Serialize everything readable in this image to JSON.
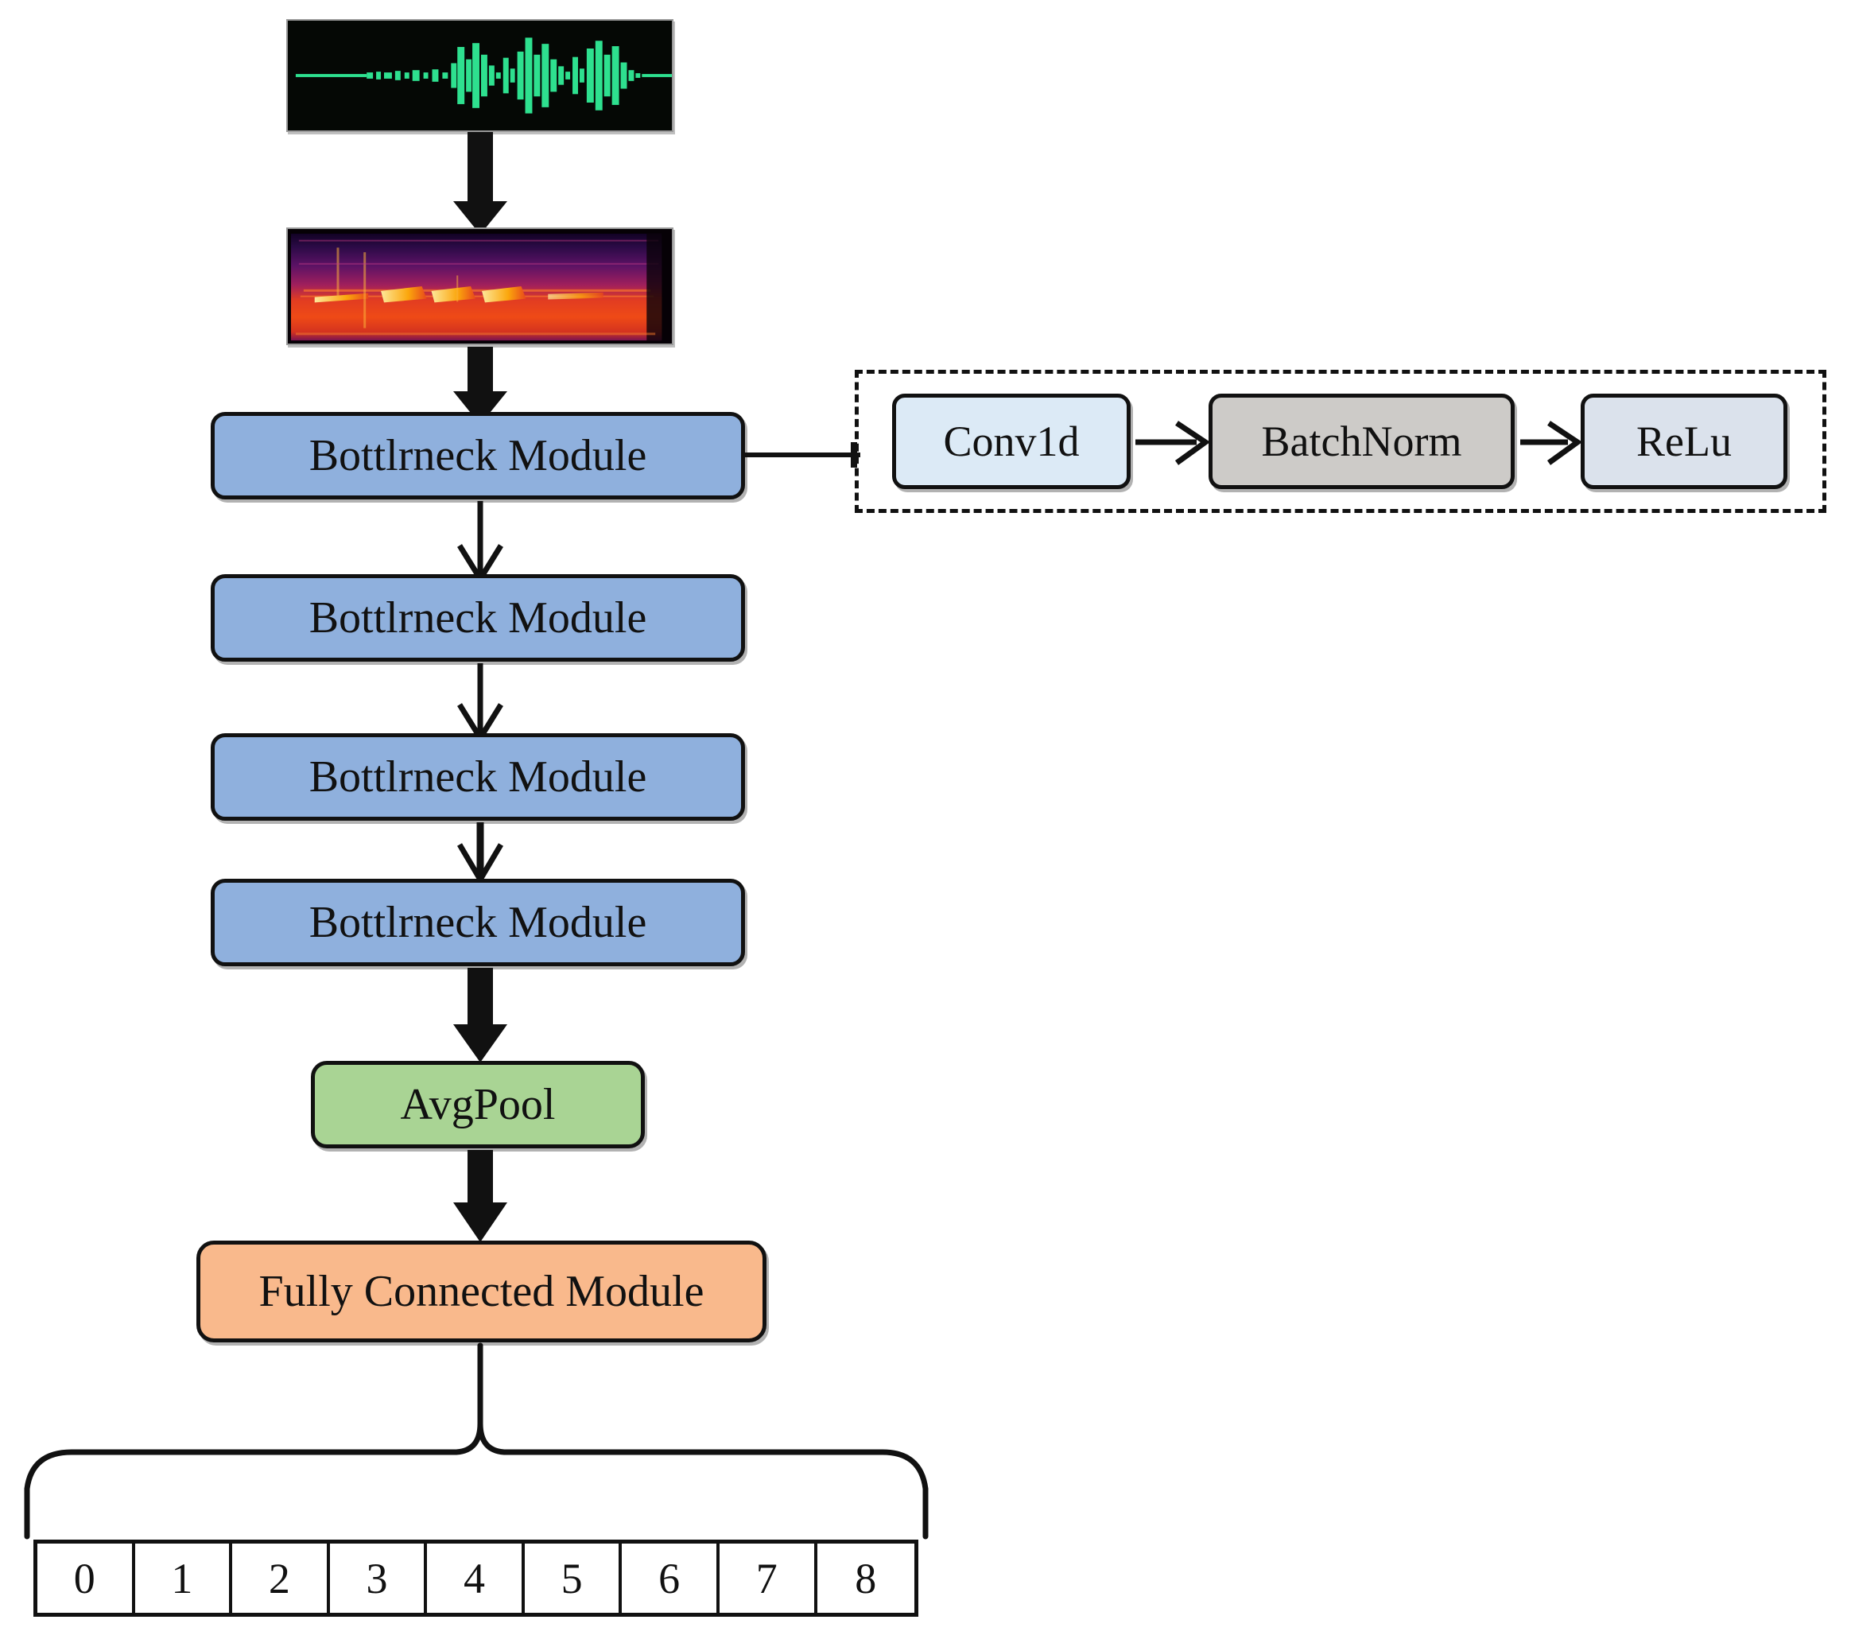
{
  "figure": {
    "type": "neural-network-architecture-flowchart",
    "title": "Audio classification network pipeline"
  },
  "inputs": [
    {
      "name": "waveform",
      "icon": "audio-waveform-image",
      "description": "speech waveform, green on black",
      "colors": {
        "background": "#050805",
        "wave": "#2ee08f"
      }
    },
    {
      "name": "spectrogram",
      "icon": "mel-spectrogram-image",
      "description": "mel spectrogram, inferno colormap",
      "colors": {
        "low": "#1b0533",
        "mid": "#e33a18",
        "high": "#fcdf6b"
      }
    }
  ],
  "backbone": {
    "blocks": [
      {
        "label": "Bottlrneck Module"
      },
      {
        "label": "Bottlrneck Module"
      },
      {
        "label": "Bottlrneck Module"
      },
      {
        "label": "Bottlrneck Module"
      }
    ],
    "pool": {
      "label": "AvgPool"
    },
    "head": {
      "label": "Fully Connected Module"
    }
  },
  "expansion": {
    "items": [
      {
        "label": "Conv1d"
      },
      {
        "label": "BatchNorm"
      },
      {
        "label": "ReLu"
      }
    ]
  },
  "output": {
    "classes": [
      "0",
      "1",
      "2",
      "3",
      "4",
      "5",
      "6",
      "7",
      "8"
    ]
  },
  "colors": {
    "bottleneck": "#8fb0dd",
    "avgpool": "#a9d494",
    "fully_connected": "#f9b98c",
    "conv1d": "#dceaf6",
    "batchnorm": "#cdcbc8",
    "relu": "#dbe2ec",
    "stroke": "#111111"
  }
}
